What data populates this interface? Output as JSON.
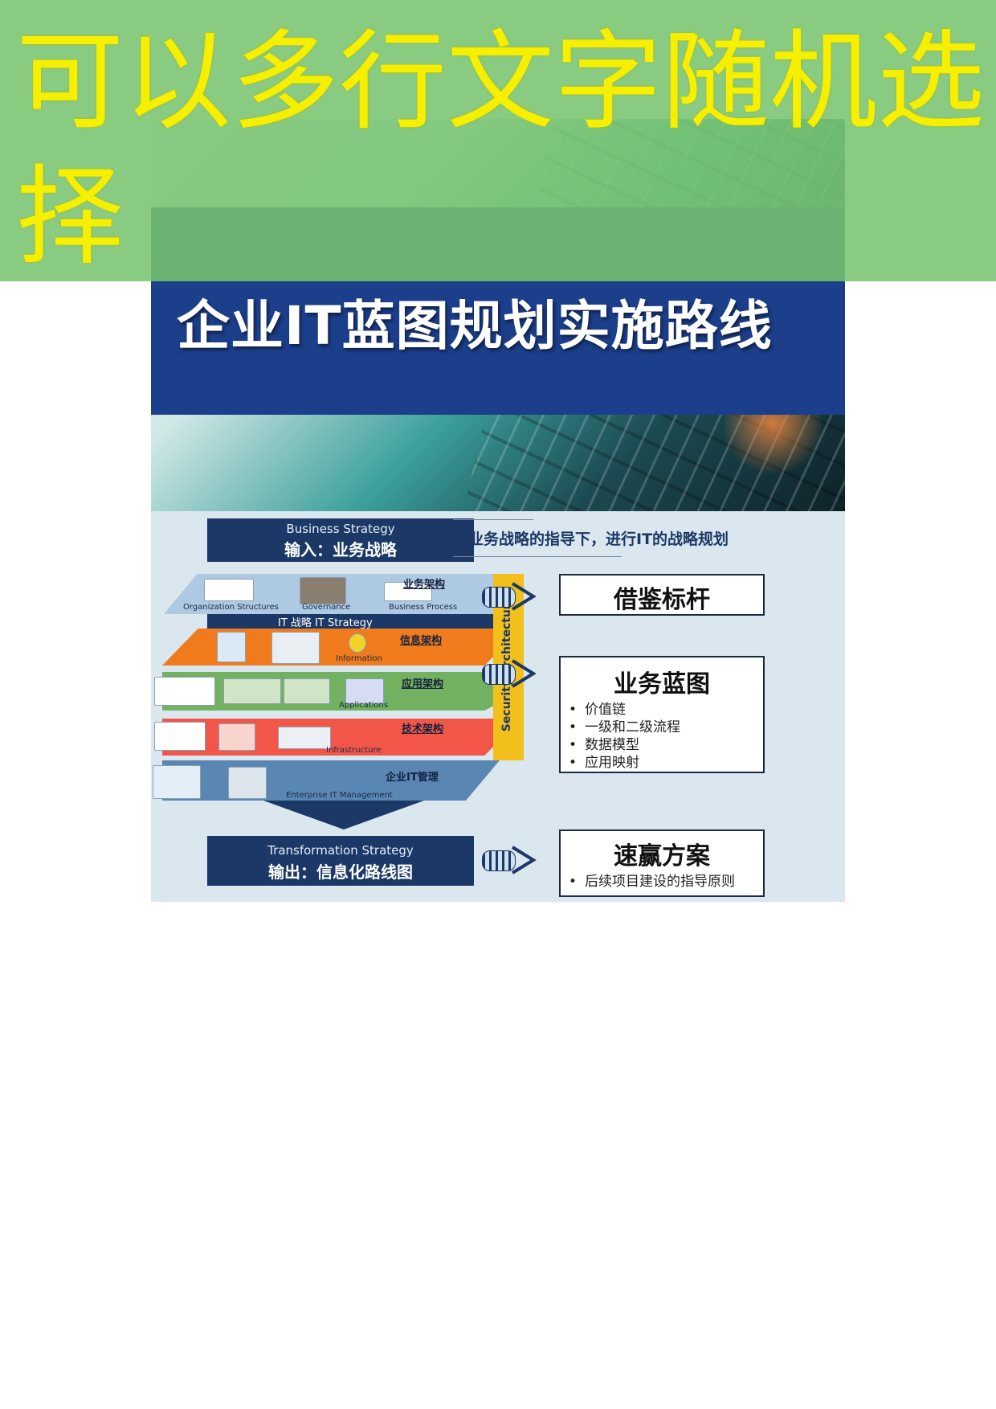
{
  "banner": {
    "text": "可以多行文字随机选择"
  },
  "hero": {
    "title": "企业IT蓝图规划实施路线"
  },
  "diagram": {
    "input": {
      "en": "Business Strategy",
      "zh": "输入：业务战略"
    },
    "guide_text": "在业务战略的指导下，进行IT的战略规划",
    "security_label": "Security Architecture",
    "layers": {
      "business": {
        "label": "业务架构",
        "captions": [
          "Organization Structures",
          "Governance",
          "Business Process"
        ]
      },
      "it_strategy": {
        "text": "IT 战略    IT Strategy"
      },
      "information": {
        "label": "信息架构",
        "caption": "Information"
      },
      "applications": {
        "label": "应用架构",
        "caption": "Applications"
      },
      "technology": {
        "label": "技术架构",
        "caption": "Infrastructure"
      },
      "enterprise": {
        "label": "企业IT管理",
        "caption": "Enterprise IT Management"
      }
    },
    "output": {
      "en": "Transformation Strategy",
      "zh": "输出：信息化路线图"
    },
    "cards": {
      "benchmark": {
        "title": "借鉴标杆"
      },
      "blueprint": {
        "title": "业务蓝图",
        "items": [
          "价值链",
          "一级和二级流程",
          "数据模型",
          "应用映射"
        ]
      },
      "quickwin": {
        "title": "速赢方案",
        "items": [
          "后续项目建设的指导原则"
        ]
      }
    },
    "colors": {
      "navy": "#1b3866",
      "orange": "#f07b1c",
      "green": "#72b15f",
      "red": "#f25649",
      "yellow": "#f3bf1a"
    }
  }
}
